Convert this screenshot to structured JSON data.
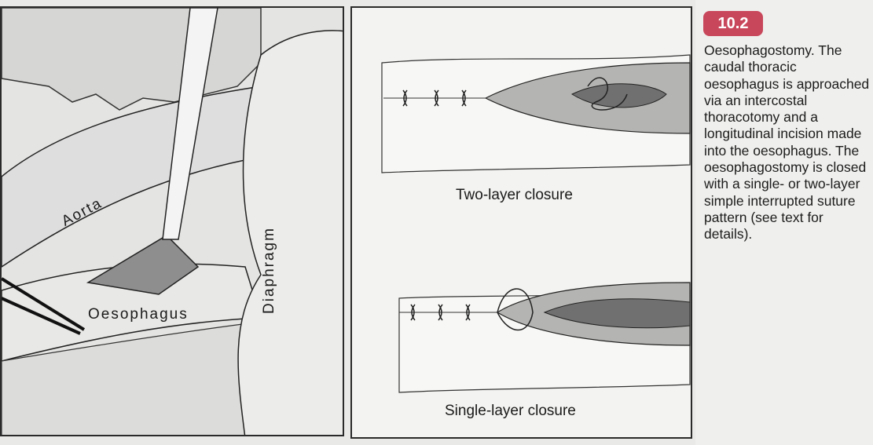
{
  "figure": {
    "number": "10.2",
    "caption": "Oesophagostomy. The caudal thoracic oesophagus is approached via an intercostal thoracotomy and a longitudinal incision made into the oesophagus. The oesophagostomy is closed with a single- or two-layer simple interrupted suture pattern (see text for details).",
    "badge_color": "#c9475b"
  },
  "left_panel": {
    "labels": {
      "aorta": "Aorta",
      "oesophagus": "Oesophagus",
      "diaphragm": "Diaphragm"
    }
  },
  "middle_panel": {
    "top_caption": "Two-layer closure",
    "bottom_caption": "Single-layer closure"
  }
}
